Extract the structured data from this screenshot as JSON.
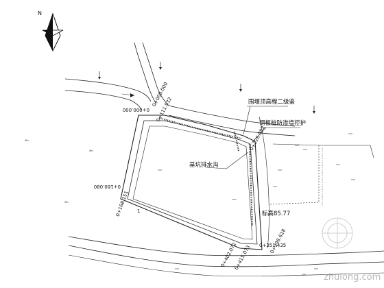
{
  "north_label": "N",
  "callouts": {
    "callout_1": "围堰顶高程二级鉴",
    "callout_2": "钢板桩防渗墙控护",
    "callout_3": "基坑排水沟"
  },
  "station_labels": {
    "sta_top": "0+000.000",
    "sta_top_left": "0+000.000",
    "sta_top_right": "0+111.932",
    "sta_right_mid": "0+226.082",
    "sta_left_upper": "0+160.080",
    "sta_left_mid": "0+168.151",
    "sta_right_lower": "标高85.77",
    "sta_bottom_right": "0+351.435",
    "sta_bottom_right2": "0+398.628",
    "sta_bottom_left": "0+402.072",
    "sta_bottom_left2": "0+415.073"
  },
  "markers": {
    "mark_1": "1",
    "mark_2": "—"
  },
  "watermark": "zhulong.com",
  "colors": {
    "line": "#222222",
    "watermark": "#b9b9b9",
    "background": "#ffffff"
  }
}
